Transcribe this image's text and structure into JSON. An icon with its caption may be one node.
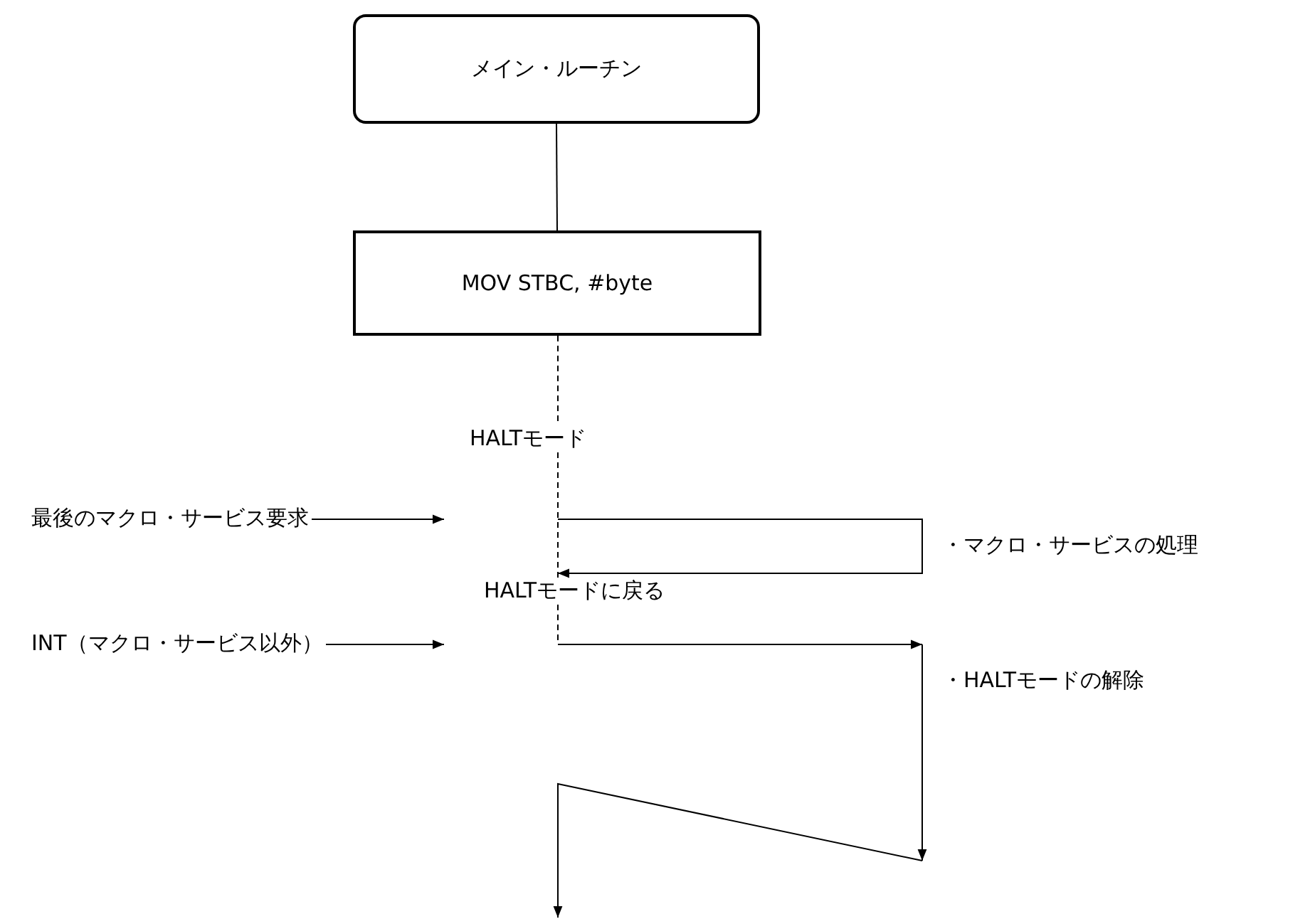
{
  "diagram": {
    "nodes": [
      {
        "text": [
          "メイン・ルーチン"
        ]
      },
      {
        "text": [
          "MOV STBC, #byte"
        ]
      },
      {
        "text": [
          "HALTモード"
        ]
      },
      {
        "text": [
          "最後のマクロ・サービス要求"
        ]
      },
      {
        "text": [
          "HALTモードに戻る"
        ]
      },
      {
        "text": [
          "INT（マクロ・サービス以外）"
        ]
      }
    ],
    "edges": [
      {
        "from": 0,
        "to": 1,
        "arrow": "none"
      },
      {
        "from": 1,
        "to": 2,
        "arrow": "none",
        "style": "dashed"
      },
      {
        "from": 2,
        "to": 4,
        "arrow": "none",
        "style": "dashed"
      },
      {
        "from": 3,
        "to": null,
        "arrow": "to"
      },
      {
        "from": 4,
        "to": null,
        "arrow": "none",
        "style": "dashed"
      },
      {
        "from": 5,
        "to": null,
        "arrow": "to"
      }
    ],
    "labels": [
      "・マクロ・サービスの処理",
      "・HALTモードの解除"
    ]
  }
}
